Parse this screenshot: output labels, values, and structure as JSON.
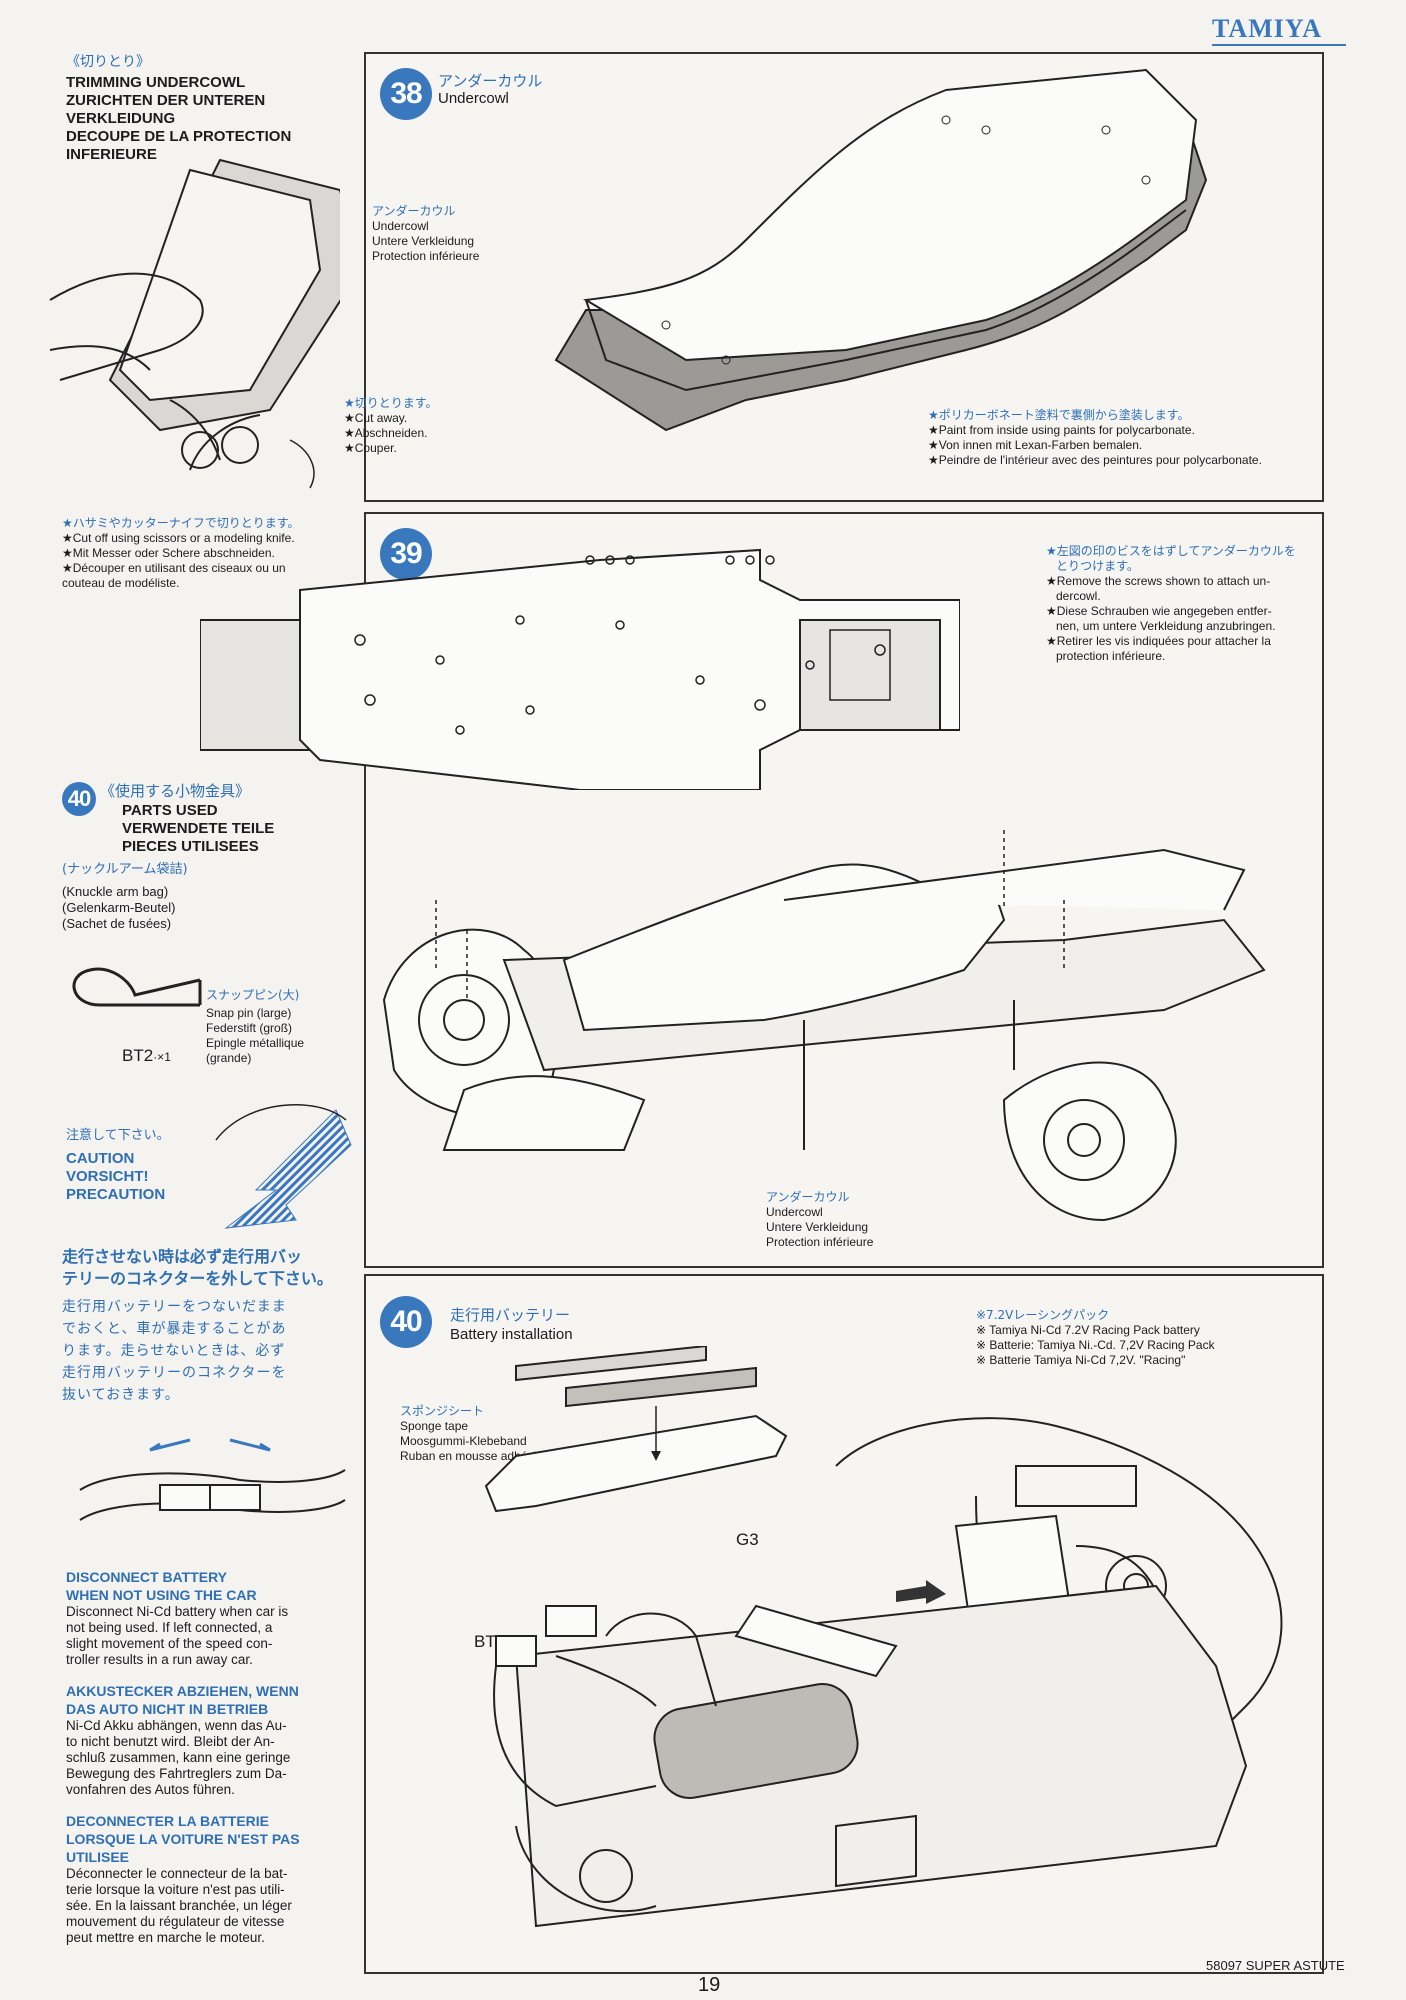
{
  "brand": "TAMIYA",
  "trim": {
    "jp_title": "《切りとり》",
    "titles": [
      "TRIMMING UNDERCOWL",
      "ZURICHTEN DER UNTEREN",
      "VERKLEIDUNG",
      "DECOUPE DE LA PROTECTION",
      "INFERIEURE"
    ],
    "notes": [
      "★ハサミやカッターナイフで切りとります。",
      "★Cut off using scissors or a modeling knife.",
      "★Mit Messer oder Schere abschneiden.",
      "★Découper en utilisant des ciseaux ou un",
      "couteau de modéliste."
    ]
  },
  "step38": {
    "number": "38",
    "jp_title": "アンダーカウル",
    "title": "Undercowl",
    "part_label": [
      "アンダーカウル",
      "Undercowl",
      "Untere Verkleidung",
      "Protection inférieure"
    ],
    "cut_note": [
      "★切りとります。",
      "★Cut away.",
      "★Abschneiden.",
      "★Couper."
    ],
    "paint_note": [
      "★ポリカーボネート塗料で裏側から塗装します。",
      "★Paint from inside using paints for polycarbonate.",
      "★Von innen mit Lexan-Farben bemalen.",
      "★Peindre de l'intérieur avec des peintures pour polycarbonate."
    ]
  },
  "step39": {
    "number": "39",
    "notes": [
      "★左図の印のビスをはずしてアンダーカウルを",
      "とりつけます。",
      "★Remove the screws shown to attach un-",
      "dercowl.",
      "★Diese Schrauben wie angegeben entfer-",
      "nen, um untere Verkleidung anzubringen.",
      "★Retirer les vis indiquées pour attacher la",
      "protection inférieure."
    ],
    "part_label": [
      "アンダーカウル",
      "Undercowl",
      "Untere Verkleidung",
      "Protection inférieure"
    ]
  },
  "parts": {
    "number": "40",
    "jp_title": "《使用する小物金具》",
    "titles": [
      "PARTS USED",
      "VERWENDETE TEILE",
      "PIECES UTILISEES"
    ],
    "bag_jp": "(ナックルアーム袋詰)",
    "bag": [
      "(Knuckle arm bag)",
      "(Gelenkarm-Beutel)",
      "(Sachet de fusées)"
    ],
    "pin_jp": "スナップピン(大)",
    "pin": [
      "Snap pin (large)",
      "Federstift (groß)",
      "Epingle métallique",
      "(grande)"
    ],
    "code": "BT2",
    "qty": "·×1"
  },
  "caution": {
    "jp": "注意して下さい。",
    "lines": [
      "CAUTION",
      "VORSICHT!",
      "PRECAUTION"
    ],
    "jp_big": [
      "走行させない時は必ず走行用バッ",
      "テリーのコネクターを外して下さい。"
    ],
    "jp_body": [
      "走行用バッテリーをつないだまま",
      "でおくと、車が暴走することがあ",
      "ります。走らせないときは、必ず",
      "走行用バッテリーのコネクターを",
      "抜いておきます。"
    ],
    "en_title": [
      "DISCONNECT BATTERY",
      "WHEN NOT USING THE CAR"
    ],
    "en_body": [
      "Disconnect Ni-Cd battery when car is",
      "not being used. If left connected, a",
      "slight movement of the speed con-",
      "troller results in a run away car."
    ],
    "de_title": [
      "AKKUSTECKER ABZIEHEN, WENN",
      "DAS AUTO NICHT IN BETRIEB"
    ],
    "de_body": [
      "Ni-Cd Akku abhängen, wenn das Au-",
      "to nicht benutzt wird. Bleibt der An-",
      "schluß zusammen, kann eine geringe",
      "Bewegung des Fahrtreglers zum Da-",
      "vonfahren des Autos führen."
    ],
    "fr_title": [
      "DECONNECTER LA BATTERIE",
      "LORSQUE LA VOITURE N'EST PAS",
      "UTILISEE"
    ],
    "fr_body": [
      "Déconnecter le connecteur de la bat-",
      "terie lorsque la voiture n'est pas utili-",
      "sée. En la laissant branchée, un léger",
      "mouvement du régulateur de vitesse",
      "peut mettre en marche le moteur."
    ]
  },
  "step40": {
    "number": "40",
    "jp_title": "走行用バッテリー",
    "title": "Battery installation",
    "battery": [
      "※7.2Vレーシングパック",
      "※ Tamiya Ni-Cd 7.2V Racing Pack battery",
      "※ Batterie: Tamiya Ni.-Cd. 7,2V Racing Pack",
      "※ Batterie Tamiya Ni-Cd 7,2V. \"Racing\""
    ],
    "sponge": [
      "スポンジシート",
      "Sponge tape",
      "Moosgummi-Klebeband",
      "Ruban en mousse adhésive"
    ],
    "g3": "G3",
    "bt2": "BT2"
  },
  "footer": {
    "page": "19",
    "model": "58097 SUPER ASTUTE"
  }
}
